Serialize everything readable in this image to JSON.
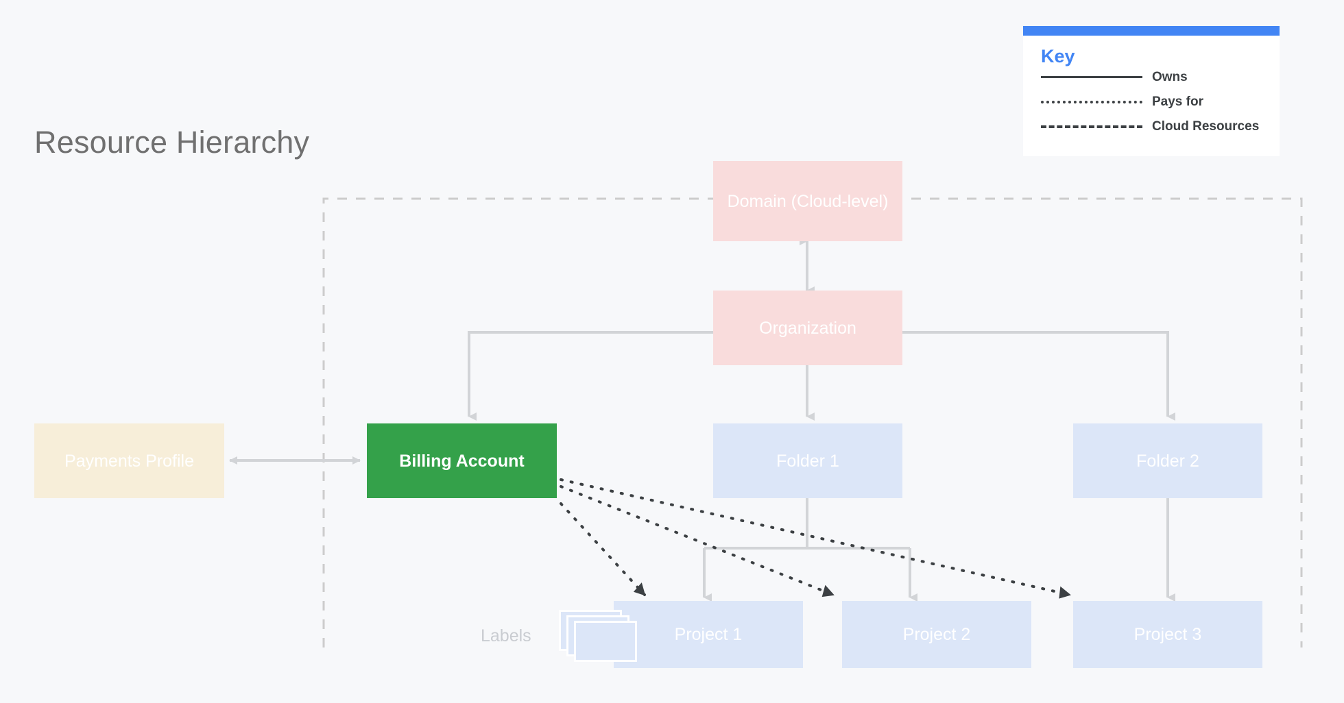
{
  "page": {
    "title": "Resource Hierarchy",
    "background_color": "#f7f8fa"
  },
  "key": {
    "title": "Key",
    "accent_color": "#4285f4",
    "items": [
      {
        "style": "solid",
        "label": "Owns"
      },
      {
        "style": "dotted",
        "label": "Pays for"
      },
      {
        "style": "dashed",
        "label": "Cloud Resources"
      }
    ]
  },
  "nodes": {
    "domain": {
      "label": "Domain (Cloud-level)",
      "color": "#f9dcdc"
    },
    "organization": {
      "label": "Organization",
      "color": "#f9dcdc"
    },
    "payments_profile": {
      "label": "Payments Profile",
      "color": "#f7eed9"
    },
    "billing_account": {
      "label": "Billing Account",
      "color": "#34a14a"
    },
    "folder1": {
      "label": "Folder 1",
      "color": "#dce6f8"
    },
    "folder2": {
      "label": "Folder 2",
      "color": "#dce6f8"
    },
    "project1": {
      "label": "Project 1",
      "color": "#dce6f8"
    },
    "project2": {
      "label": "Project 2",
      "color": "#dce6f8"
    },
    "project3": {
      "label": "Project 3",
      "color": "#dce6f8"
    }
  },
  "labels_group": {
    "label": "Labels",
    "card_count": 3,
    "card_color": "#dce6f8"
  },
  "relationships": [
    {
      "from": "domain",
      "to": "organization",
      "type": "owns",
      "arrow": "double"
    },
    {
      "from": "organization",
      "to": "billing_account",
      "type": "owns",
      "arrow": "single"
    },
    {
      "from": "organization",
      "to": "folder1",
      "type": "owns",
      "arrow": "single"
    },
    {
      "from": "organization",
      "to": "folder2",
      "type": "owns",
      "arrow": "single"
    },
    {
      "from": "payments_profile",
      "to": "billing_account",
      "type": "owns",
      "arrow": "double"
    },
    {
      "from": "folder1",
      "to": "project1",
      "type": "owns",
      "arrow": "single"
    },
    {
      "from": "folder1",
      "to": "project2",
      "type": "owns",
      "arrow": "single"
    },
    {
      "from": "folder2",
      "to": "project3",
      "type": "owns",
      "arrow": "single"
    },
    {
      "from": "billing_account",
      "to": "project1",
      "type": "pays_for",
      "arrow": "single"
    },
    {
      "from": "billing_account",
      "to": "project2",
      "type": "pays_for",
      "arrow": "single"
    },
    {
      "from": "billing_account",
      "to": "project3",
      "type": "pays_for",
      "arrow": "single"
    }
  ],
  "cloud_resources_boundary": {
    "style": "dashed",
    "color": "#cccccc"
  }
}
